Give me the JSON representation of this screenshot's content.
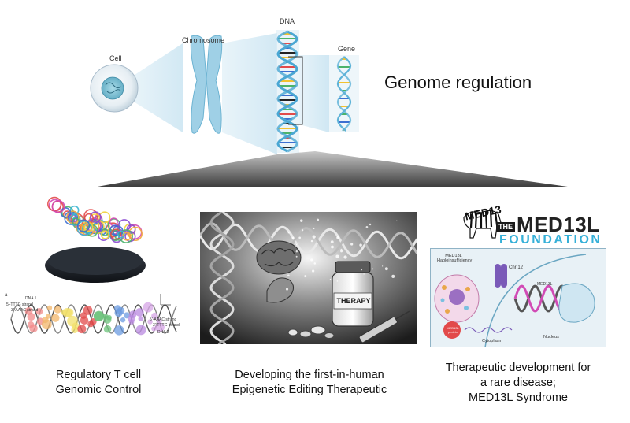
{
  "top_diagram": {
    "labels": {
      "cell": "Cell",
      "chromosome": "Chromosome",
      "dna": "DNA",
      "gene": "Gene"
    }
  },
  "title": "Genome regulation",
  "panels": [
    {
      "caption_lines": [
        "Regulatory T cell",
        "Genomic Control"
      ]
    },
    {
      "caption_lines": [
        "Developing the first-in-human",
        "Epigenetic Editing Therapeutic"
      ]
    },
    {
      "caption_lines": [
        "Therapeutic development for",
        "a rare disease;",
        "MED13L Syndrome"
      ]
    }
  ],
  "image3": {
    "vial_label": "THERAPY"
  },
  "logo": {
    "mark": "MED13",
    "the": "THE",
    "name": "MED13L",
    "sub": "FOUNDATION"
  },
  "illustration": {
    "title": "MED13L Haploinsufficiency",
    "chr": "Chr 12",
    "gene": "MED13L",
    "protein": "MED13L protein",
    "cytoplasm": "Cytoplasm",
    "nucleus": "Nucleus"
  },
  "structure_labels": [
    "DNA 1",
    "5'-TTTG strand",
    "3'-AAAC strand",
    "5'-AAAC strand",
    "3'-TTTG strand",
    "DNA 2",
    "a"
  ],
  "colors": {
    "cone_blue": "#cfe6f2",
    "dna_blue": "#5eb3d8",
    "chromosome_blue": "#9fd0e6",
    "foundation_blue": "#35b0d8",
    "fan_gray": "#555555"
  }
}
